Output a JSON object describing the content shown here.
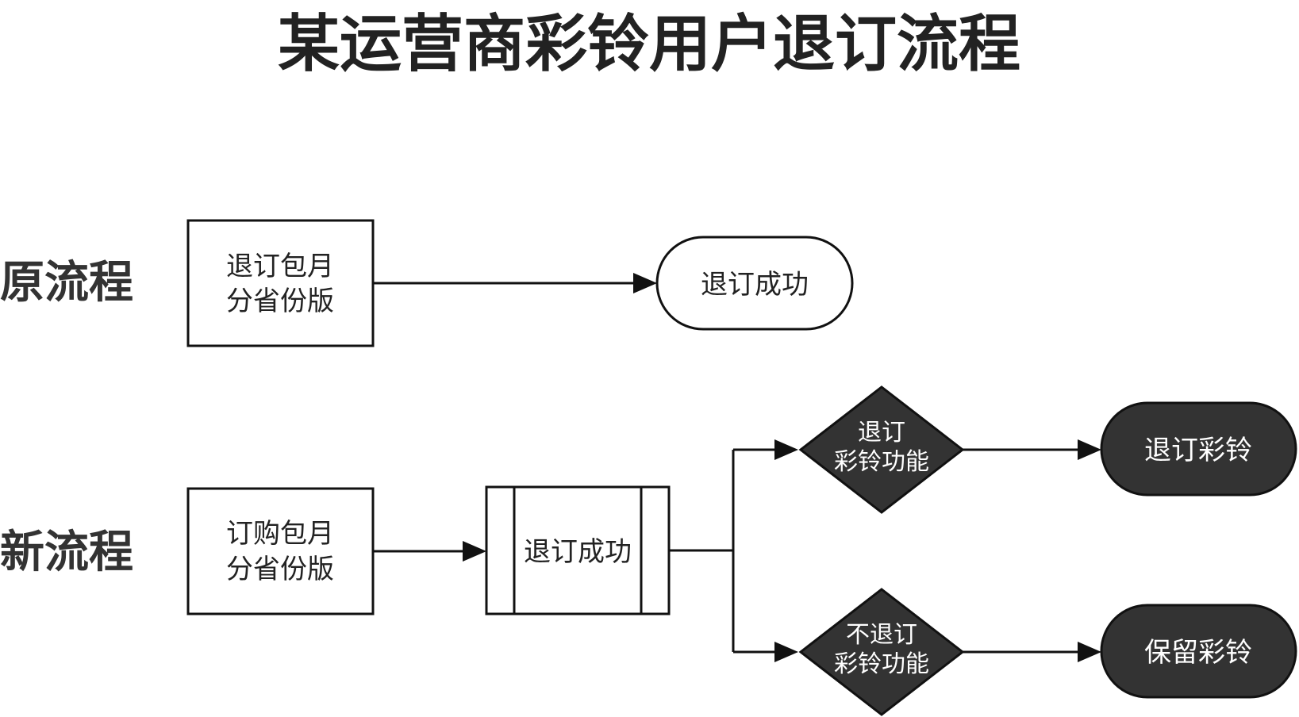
{
  "title": "某运营商彩铃用户退订流程",
  "rows": {
    "original": "原流程",
    "new": "新流程"
  },
  "original_flow": {
    "start_line1": "退订包月",
    "start_line2": "分省份版",
    "end": "退订成功"
  },
  "new_flow": {
    "start_line1": "订购包月",
    "start_line2": "分省份版",
    "process": "退订成功",
    "decision_unsubscribe_line1": "退订",
    "decision_unsubscribe_line2": "彩铃功能",
    "decision_keep_line1": "不退订",
    "decision_keep_line2": "彩铃功能",
    "end_unsubscribe": "退订彩铃",
    "end_keep": "保留彩铃"
  },
  "colors": {
    "stroke": "#111111",
    "dark_fill": "#333333",
    "light_fill": "#ffffff",
    "text_dark": "#222222",
    "text_light": "#ffffff"
  },
  "icons": {
    "arrow": "triangle-arrowhead"
  }
}
